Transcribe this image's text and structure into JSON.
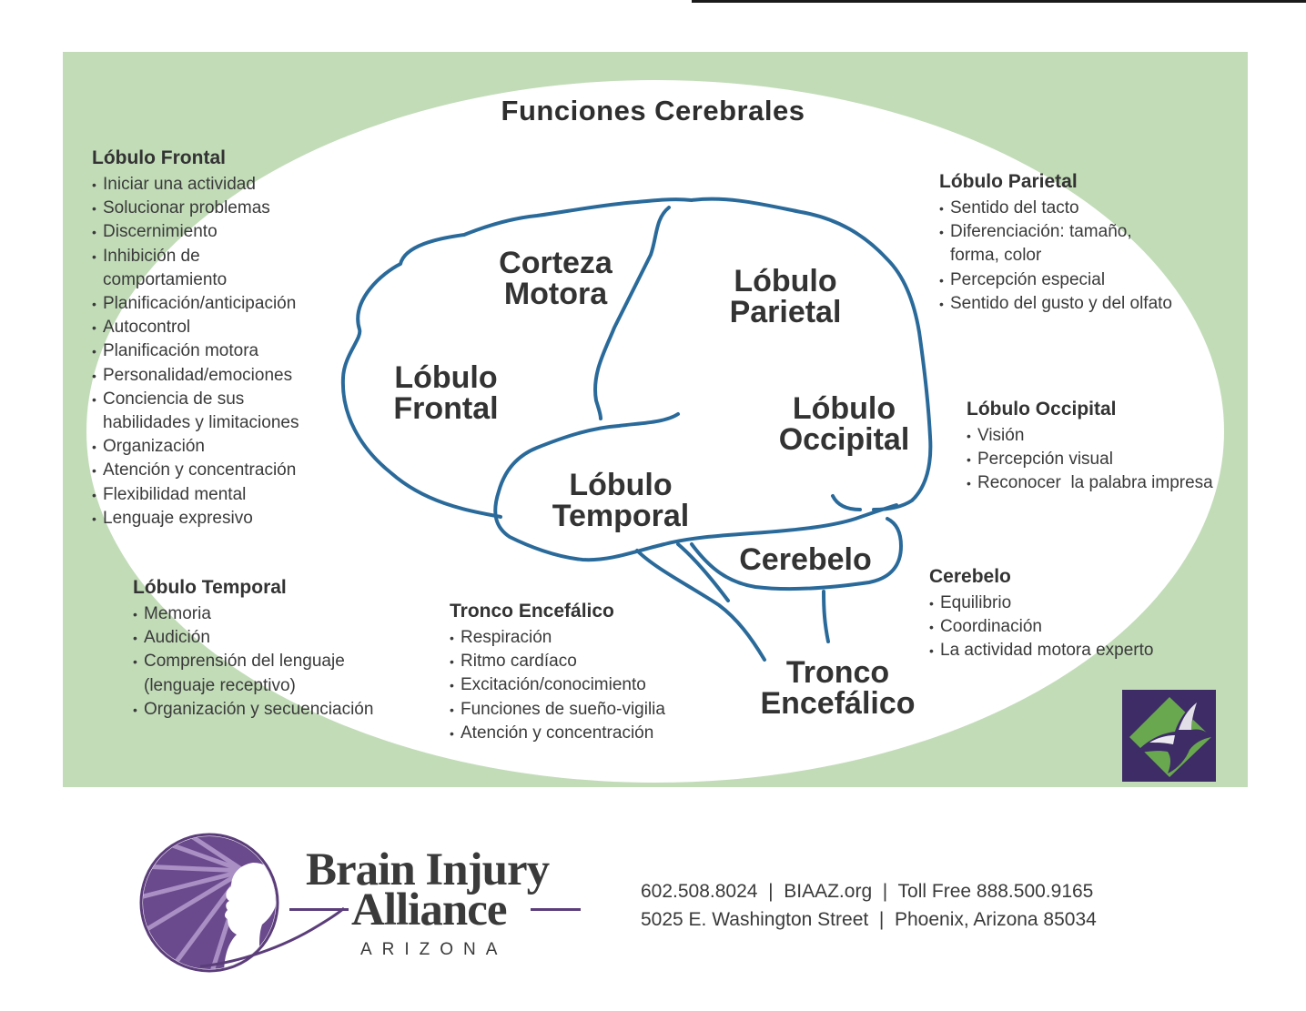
{
  "title": "Funciones Cerebrales",
  "brain_labels": {
    "motor": [
      "Corteza",
      "Motora"
    ],
    "parietal": [
      "Lóbulo",
      "Parietal"
    ],
    "frontal": [
      "Lóbulo",
      "Frontal"
    ],
    "occipital": [
      "Lóbulo",
      "Occipital"
    ],
    "temporal": [
      "Lóbulo",
      "Temporal"
    ],
    "cerebelo": [
      "Cerebelo"
    ],
    "tronco": [
      "Tronco",
      "Encefálico"
    ]
  },
  "sections": {
    "frontal": {
      "heading": "Lóbulo Frontal",
      "items": [
        "Iniciar una actividad",
        "Solucionar problemas",
        "Discernimiento",
        "Inhibición de comportamiento",
        "Planificación/anticipación",
        "Autocontrol",
        "Planificación motora",
        "Personalidad/emociones",
        "Conciencia de sus habilidades y limitaciones",
        "Organización",
        "Atención y concentración",
        "Flexibilidad mental",
        "Lenguaje expresivo"
      ]
    },
    "parietal": {
      "heading": "Lóbulo Parietal",
      "items": [
        "Sentido del tacto",
        "Diferenciación: tamaño, forma, color",
        "Percepción especial",
        "Sentido del gusto y del olfato"
      ]
    },
    "occipital": {
      "heading": "Lóbulo Occipital",
      "items": [
        "Visión",
        "Percepción visual",
        "Reconocer  la palabra impresa"
      ]
    },
    "temporal": {
      "heading": "Lóbulo Temporal",
      "items": [
        "Memoria",
        "Audición",
        "Comprensión del lenguaje (lenguaje receptivo)",
        "Organización y secuenciación"
      ]
    },
    "tronco": {
      "heading": "Tronco Encefálico",
      "items": [
        "Respiración",
        "Ritmo cardíaco",
        "Excitación/conocimiento",
        "Funciones de sueño-vigilia",
        "Atención y concentración"
      ]
    },
    "cerebelo": {
      "heading": "Cerebelo",
      "items": [
        "Equilibrio",
        "Coordinación",
        "La actividad motora experto"
      ]
    }
  },
  "footer": {
    "brand_line1": "Brain Injury",
    "brand_line2": "Alliance",
    "brand_line3": "ARIZONA",
    "contact_line1": "602.508.8024  |  BIAAZ.org  |  Toll Free 888.500.9165",
    "contact_line2": "5025 E. Washington Street  |  Phoenix, Arizona 85034"
  },
  "colors": {
    "panel_green": "#c2dcb8",
    "brain_outline": "#2a6a9a",
    "brand_purple": "#5b3d7a",
    "logo_box": "#3d2c66",
    "logo_green": "#6aa84f"
  },
  "icons": {
    "corner_logo": "bird-logo-icon",
    "footer_logo": "head-profile-logo-icon"
  }
}
